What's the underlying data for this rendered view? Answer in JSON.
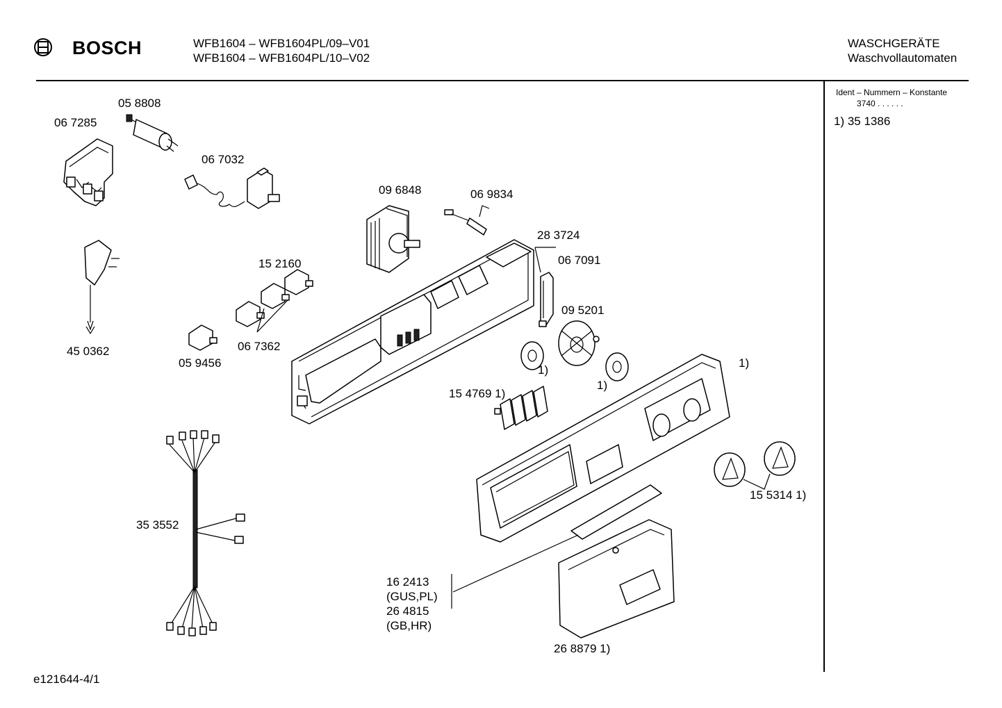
{
  "header": {
    "brand": "BOSCH",
    "model_line_1": "WFB1604 – WFB1604PL/09–V01",
    "model_line_2": "WFB1604 – WFB1604PL/10–V02",
    "category_1": "WASCHGERÄTE",
    "category_2": "Waschvollautomaten"
  },
  "sidebar": {
    "ident_title": "Ident – Nummern – Konstante",
    "ident_values": "3740 .  .     .  .  .  .",
    "note": "1)  35 1386"
  },
  "labels": {
    "p058808": "05 8808",
    "p067285": "06 7285",
    "p067032": "06 7032",
    "p096848": "09 6848",
    "p069834": "06 9834",
    "p283724": "28 3724",
    "p067091": "06 7091",
    "p152160": "15 2160",
    "p095201": "09 5201",
    "p450362": "45 0362",
    "p067362": "06 7362",
    "p059456": "05 9456",
    "fn1_a": "1)",
    "fn1_b": "1)",
    "fn1_c": "1)",
    "p154769": "15 4769 1)",
    "p353552": "35 3552",
    "p155314": "15 5314 1)",
    "p162413": "16 2413",
    "gus_pl": "(GUS,PL)",
    "p264815": "26 4815",
    "gb_hr": "(GB,HR)",
    "p268879": "26 8879 1)"
  },
  "footer": {
    "drawing_id": "e121644-4/1"
  }
}
